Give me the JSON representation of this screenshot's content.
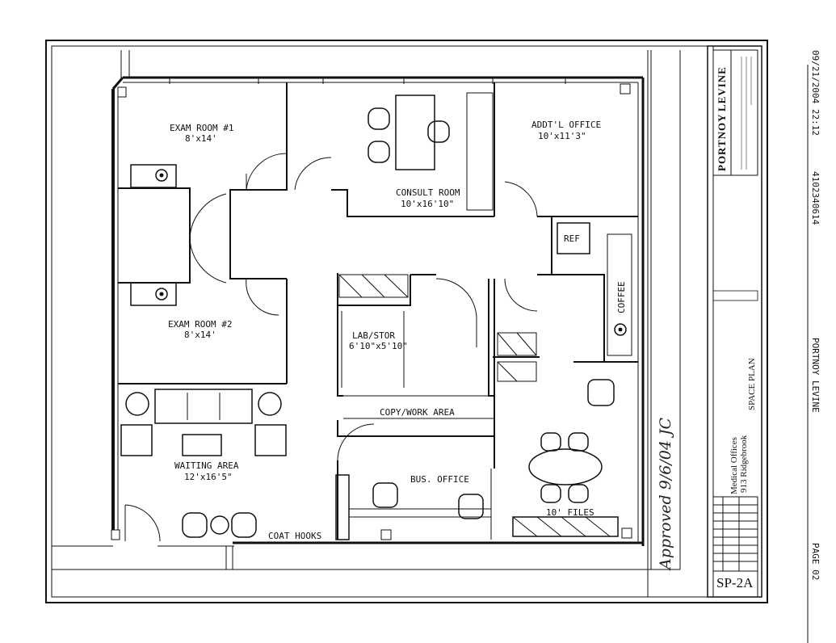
{
  "fax_header": {
    "datetime": "09/21/2004  22:12",
    "phone": "4102340614",
    "sender": "PORTNOY LEVINE",
    "page": "PAGE  02"
  },
  "title_block": {
    "firm_line1": "PORTNOY",
    "firm_line2": "LEVINE",
    "drawing_title": "SPACE PLAN",
    "project_line1": "Medical Offices",
    "project_line2": "913 Ridgebrook",
    "sheet_number": "SP-2A"
  },
  "rooms": {
    "exam1_name": "EXAM ROOM #1",
    "exam1_size": "8'x14'",
    "exam2_name": "EXAM ROOM #2",
    "exam2_size": "8'x14'",
    "consult_name": "CONSULT ROOM",
    "consult_size": "10'x16'10\"",
    "office_name": "ADDT'L OFFICE",
    "office_size": "10'x11'3\"",
    "lab_name": "LAB/STOR",
    "lab_size": "6'10\"x5'10\"",
    "waiting_name": "WAITING AREA",
    "waiting_size": "12'x16'5\"",
    "bus_office": "BUS. OFFICE"
  },
  "labels": {
    "ref": "REF",
    "coffee": "COFFEE",
    "copy_work": "COPY/WORK AREA",
    "files": "10' FILES",
    "coat_hooks": "COAT HOOKS"
  },
  "annotation": {
    "handwritten": "Approved  9/6/04  JC"
  }
}
